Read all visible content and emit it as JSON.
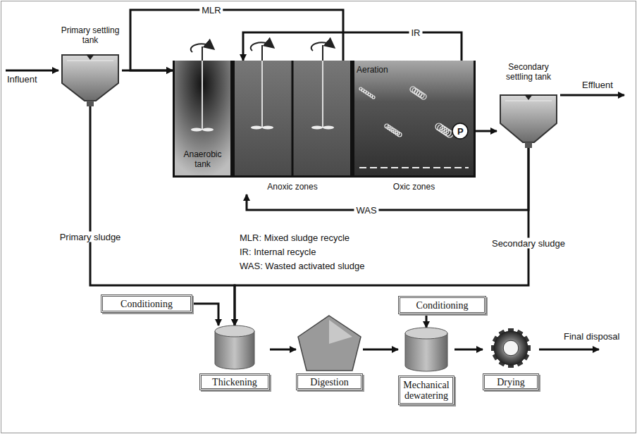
{
  "diagram": {
    "nodes": [
      {
        "text": [
          "Primary settling tank"
        ]
      },
      {
        "text": [
          "Anaerobic tank"
        ]
      },
      {
        "text": [
          "Anoxic zones"
        ]
      },
      {
        "text": [
          "Aeration",
          "Oxic zones"
        ]
      },
      {
        "text": [
          "Secondary settling tank"
        ]
      },
      {
        "text": [
          "Conditioning"
        ]
      },
      {
        "text": [
          "Thickening"
        ]
      },
      {
        "text": [
          "Digestion"
        ]
      },
      {
        "text": [
          "Conditioning"
        ]
      },
      {
        "text": [
          "Mechanical dewatering"
        ]
      },
      {
        "text": [
          "Drying"
        ]
      }
    ],
    "edges": [
      {
        "from": 0,
        "to": 1,
        "arrow": "to"
      },
      {
        "from": 2,
        "to": 1,
        "arrow": "to",
        "label": "MLR"
      },
      {
        "from": 3,
        "to": 2,
        "arrow": "to",
        "label": "IR"
      },
      {
        "from": 4,
        "to": 2,
        "arrow": "to",
        "label": "WAS"
      },
      {
        "from": 3,
        "to": 4,
        "arrow": "to"
      },
      {
        "from": 0,
        "to": 6,
        "arrow": "to",
        "label": "Primary sludge"
      },
      {
        "from": 4,
        "to": 6,
        "arrow": "to",
        "label": "Secondary sludge"
      },
      {
        "from": 5,
        "to": 6,
        "arrow": "to"
      },
      {
        "from": 6,
        "to": 7,
        "arrow": "to"
      },
      {
        "from": 7,
        "to": 9,
        "arrow": "to"
      },
      {
        "from": 8,
        "to": 9,
        "arrow": "to"
      },
      {
        "from": 9,
        "to": 10,
        "arrow": "to"
      }
    ],
    "labels": [
      "Influent",
      "Effluent",
      "P",
      "MLR: Mixed sludge recycle",
      "IR: Internal recycle",
      "WAS: Wasted activated sludge",
      "Final disposal"
    ]
  }
}
